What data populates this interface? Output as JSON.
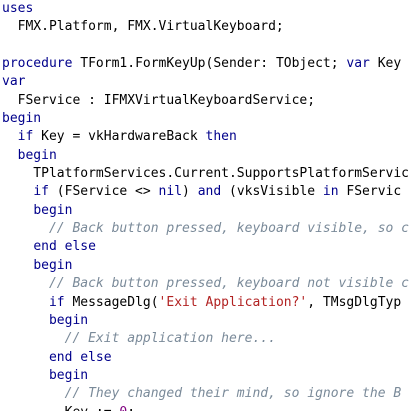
{
  "colors": {
    "keyword": "#00008b",
    "comment": "#7a8a99",
    "string": "#b22222",
    "number": "#800080",
    "text": "#000000",
    "background": "#ffffff"
  },
  "code": {
    "lines": [
      [
        {
          "t": "kw",
          "v": "uses"
        }
      ],
      [
        {
          "t": "pl",
          "v": "  FMX.Platform, FMX.VirtualKeyboard;"
        }
      ],
      [
        {
          "t": "pl",
          "v": ""
        }
      ],
      [
        {
          "t": "kw",
          "v": "procedure"
        },
        {
          "t": "pl",
          "v": " TForm1.FormKeyUp(Sender: TObject; "
        },
        {
          "t": "kw",
          "v": "var"
        },
        {
          "t": "pl",
          "v": " Key"
        }
      ],
      [
        {
          "t": "kw",
          "v": "var"
        }
      ],
      [
        {
          "t": "pl",
          "v": "  FService : IFMXVirtualKeyboardService;"
        }
      ],
      [
        {
          "t": "kw",
          "v": "begin"
        }
      ],
      [
        {
          "t": "pl",
          "v": "  "
        },
        {
          "t": "kw",
          "v": "if"
        },
        {
          "t": "pl",
          "v": " Key = vkHardwareBack "
        },
        {
          "t": "kw",
          "v": "then"
        }
      ],
      [
        {
          "t": "pl",
          "v": "  "
        },
        {
          "t": "kw",
          "v": "begin"
        }
      ],
      [
        {
          "t": "pl",
          "v": "    TPlatformServices.Current.SupportsPlatformServic"
        }
      ],
      [
        {
          "t": "pl",
          "v": "    "
        },
        {
          "t": "kw",
          "v": "if"
        },
        {
          "t": "pl",
          "v": " (FService <> "
        },
        {
          "t": "kw",
          "v": "nil"
        },
        {
          "t": "pl",
          "v": ") "
        },
        {
          "t": "kw",
          "v": "and"
        },
        {
          "t": "pl",
          "v": " (vksVisible "
        },
        {
          "t": "kw",
          "v": "in"
        },
        {
          "t": "pl",
          "v": " FServic"
        }
      ],
      [
        {
          "t": "pl",
          "v": "    "
        },
        {
          "t": "kw",
          "v": "begin"
        }
      ],
      [
        {
          "t": "pl",
          "v": "      "
        },
        {
          "t": "cm",
          "v": "// Back button pressed, keyboard visible, so c"
        }
      ],
      [
        {
          "t": "pl",
          "v": "    "
        },
        {
          "t": "kw",
          "v": "end else"
        }
      ],
      [
        {
          "t": "pl",
          "v": "    "
        },
        {
          "t": "kw",
          "v": "begin"
        }
      ],
      [
        {
          "t": "pl",
          "v": "      "
        },
        {
          "t": "cm",
          "v": "// Back button pressed, keyboard not visible c"
        }
      ],
      [
        {
          "t": "pl",
          "v": "      "
        },
        {
          "t": "kw",
          "v": "if"
        },
        {
          "t": "pl",
          "v": " MessageDlg("
        },
        {
          "t": "str",
          "v": "'Exit Application?'"
        },
        {
          "t": "pl",
          "v": ", TMsgDlgTyp"
        }
      ],
      [
        {
          "t": "pl",
          "v": "      "
        },
        {
          "t": "kw",
          "v": "begin"
        }
      ],
      [
        {
          "t": "pl",
          "v": "        "
        },
        {
          "t": "cm",
          "v": "// Exit application here..."
        }
      ],
      [
        {
          "t": "pl",
          "v": "      "
        },
        {
          "t": "kw",
          "v": "end else"
        }
      ],
      [
        {
          "t": "pl",
          "v": "      "
        },
        {
          "t": "kw",
          "v": "begin"
        }
      ],
      [
        {
          "t": "pl",
          "v": "        "
        },
        {
          "t": "cm",
          "v": "// They changed their mind, so ignore the B"
        }
      ],
      [
        {
          "t": "pl",
          "v": "        Key := "
        },
        {
          "t": "num",
          "v": "0"
        },
        {
          "t": "pl",
          "v": ";"
        }
      ]
    ]
  }
}
